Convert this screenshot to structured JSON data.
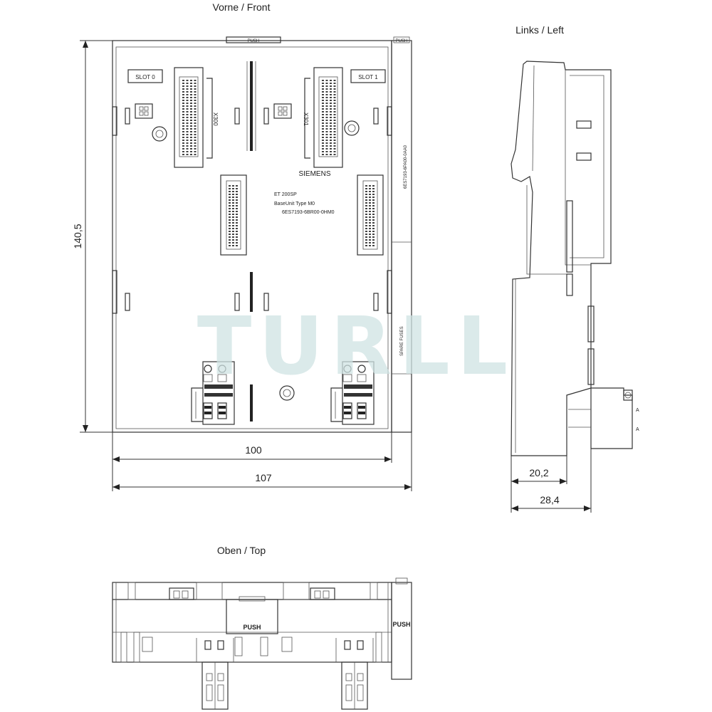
{
  "views": {
    "front_title": "Vorne / Front",
    "left_title": "Links / Left",
    "top_title": "Oben / Top"
  },
  "labels": {
    "push": "PUSH",
    "slot0": "SLOT 0",
    "slot1": "SLOT 1",
    "x300": "X300",
    "x301": "X301",
    "brand": "SIEMENS",
    "product_line1": "ET 200SP",
    "product_line2": "BaseUnit Type M0",
    "product_line3": "6ES7193-6BR00-0HM0",
    "side_code": "6ES7193-6PA00-0AA0",
    "spare_fuses": "SPARE FUSES"
  },
  "dimensions": {
    "height": "140,5",
    "width_inner": "100",
    "width_outer": "107",
    "depth_a": "20,2",
    "depth_b": "28,4"
  },
  "watermark": "TURLL",
  "colors": {
    "line": "#333333",
    "watermark": "#cfe3e3"
  }
}
